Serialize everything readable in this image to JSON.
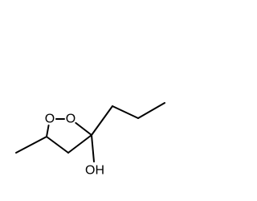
{
  "molecule": {
    "atoms": [
      {
        "id": "O1",
        "element": "O",
        "label": "O"
      },
      {
        "id": "O2",
        "element": "O",
        "label": "O"
      },
      {
        "id": "C3",
        "element": "C"
      },
      {
        "id": "C4",
        "element": "C"
      },
      {
        "id": "C5",
        "element": "C"
      },
      {
        "id": "C6",
        "element": "C"
      },
      {
        "id": "C7",
        "element": "C"
      },
      {
        "id": "C8",
        "element": "C"
      },
      {
        "id": "C9",
        "element": "C"
      },
      {
        "id": "O10",
        "element": "O",
        "label": "OH"
      }
    ],
    "bonds": [
      {
        "a": "O1",
        "b": "O2",
        "order": 1
      },
      {
        "a": "O2",
        "b": "C3",
        "order": 1
      },
      {
        "a": "C3",
        "b": "C4",
        "order": 1
      },
      {
        "a": "C4",
        "b": "C5",
        "order": 1
      },
      {
        "a": "C5",
        "b": "O1",
        "order": 1
      },
      {
        "a": "C5",
        "b": "C6",
        "order": 1
      },
      {
        "a": "C3",
        "b": "C7",
        "order": 1
      },
      {
        "a": "C7",
        "b": "C8",
        "order": 1
      },
      {
        "a": "C8",
        "b": "C9",
        "order": 1
      },
      {
        "a": "C3",
        "b": "O10",
        "order": 1
      }
    ],
    "colors": {
      "bond": "#000000",
      "label": "#000000"
    }
  }
}
